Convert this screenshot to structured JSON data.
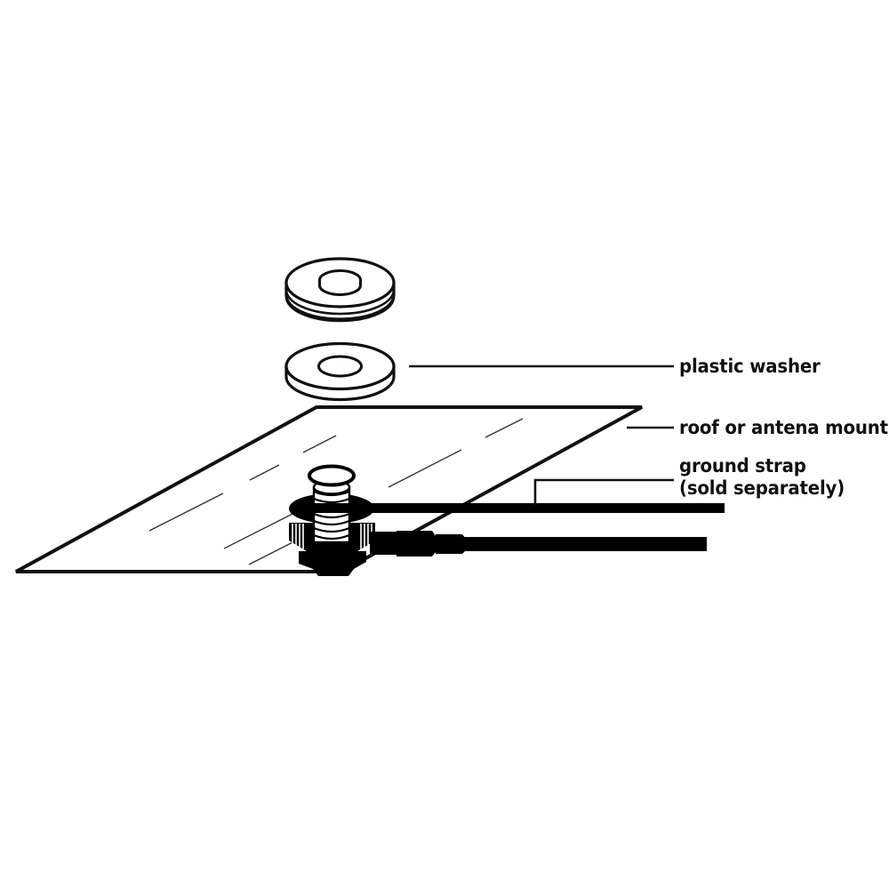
{
  "diagram": {
    "title": "Antenna mount installation exploded view",
    "background_color": "#ffffff",
    "line_color": "#111111",
    "fill_color": "#ffffff",
    "solid_color": "#000000"
  },
  "labels": {
    "plastic_washer": "plastic washer",
    "roof_or_antenna_mount": "roof or antena mount",
    "ground_strap_line1": "ground strap",
    "ground_strap_line2": "(sold separately)"
  },
  "parts": {
    "washer_stack": {
      "name": "stacked washers",
      "count": 3
    },
    "plastic_washer": {
      "name": "plastic washer",
      "count": 1
    },
    "roof_panel": {
      "name": "roof or antenna mount panel"
    },
    "mount_stud": {
      "name": "threaded mount stud with nut"
    },
    "ground_strap": {
      "name": "ground strap cable"
    },
    "coax_cable": {
      "name": "coaxial cable with connector"
    }
  }
}
